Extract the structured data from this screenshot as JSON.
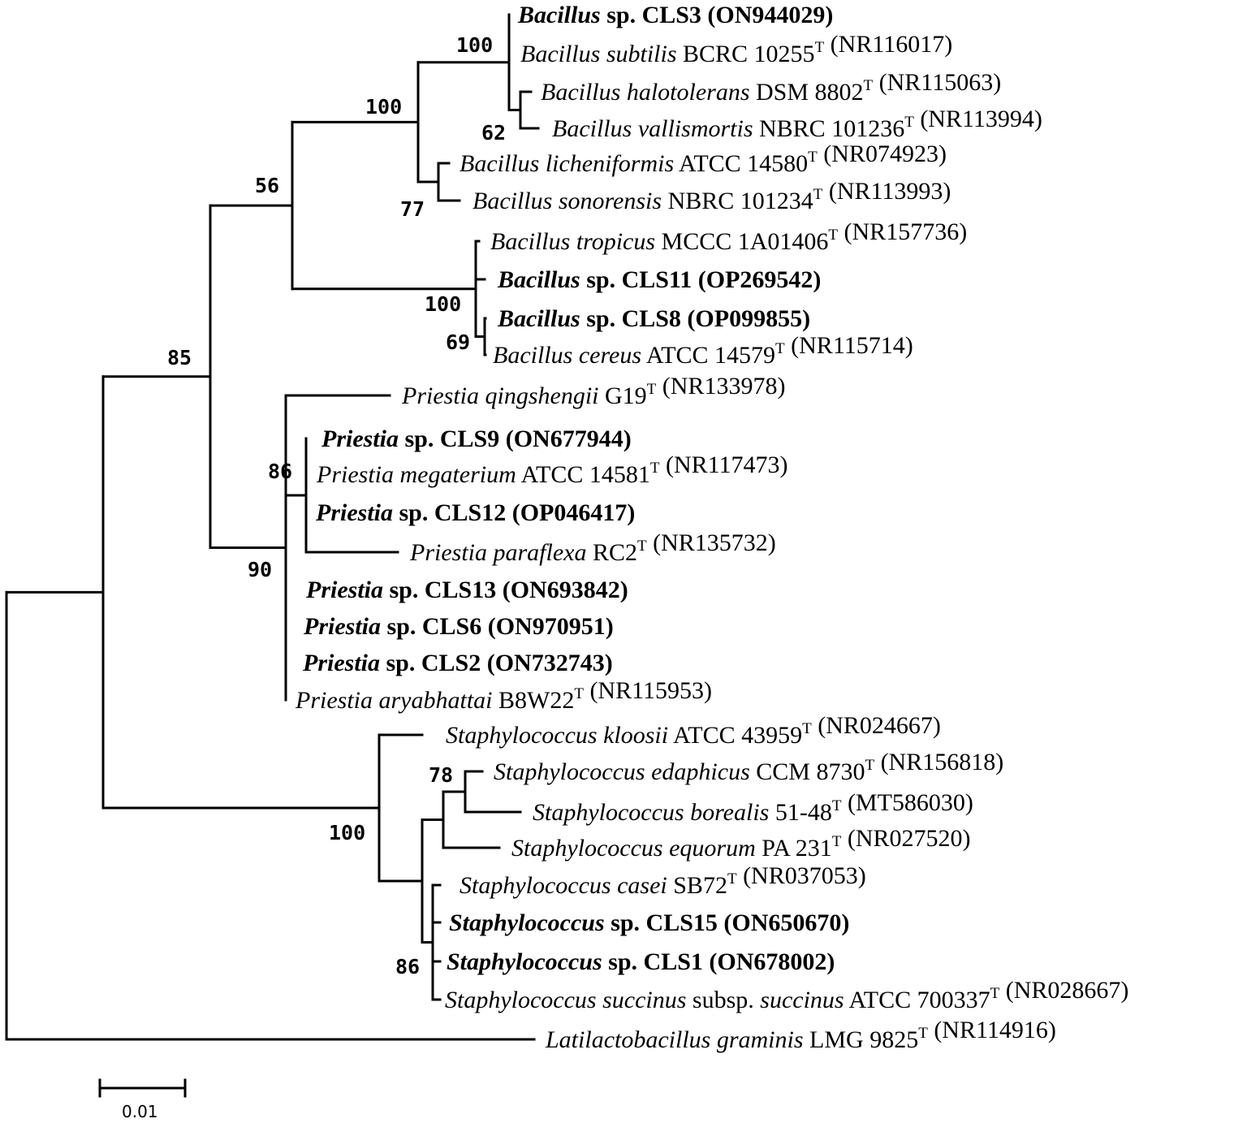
{
  "tree": {
    "taxa": [
      {
        "id": "cls3",
        "bold": true,
        "parts": [
          {
            "t": "Bacillus",
            "i": true
          },
          {
            "t": " sp. CLS3 (ON944029)"
          }
        ]
      },
      {
        "id": "bsub",
        "parts": [
          {
            "t": "Bacillus subtilis",
            "i": true
          },
          {
            "t": " BCRC 10255"
          },
          {
            "t": "T",
            "sup": true
          },
          {
            "t": " (NR116017)"
          }
        ]
      },
      {
        "id": "bhal",
        "parts": [
          {
            "t": "Bacillus halotolerans",
            "i": true
          },
          {
            "t": " DSM 8802"
          },
          {
            "t": "T",
            "sup": true
          },
          {
            "t": " (NR115063)"
          }
        ]
      },
      {
        "id": "bval",
        "parts": [
          {
            "t": "Bacillus vallismortis",
            "i": true
          },
          {
            "t": " NBRC 101236"
          },
          {
            "t": "T",
            "sup": true
          },
          {
            "t": " (NR113994)"
          }
        ]
      },
      {
        "id": "blic",
        "parts": [
          {
            "t": "Bacillus licheniformis",
            "i": true
          },
          {
            "t": " ATCC 14580"
          },
          {
            "t": "T",
            "sup": true
          },
          {
            "t": " (NR074923)"
          }
        ]
      },
      {
        "id": "bson",
        "parts": [
          {
            "t": "Bacillus sonorensis",
            "i": true
          },
          {
            "t": " NBRC 101234"
          },
          {
            "t": "T",
            "sup": true
          },
          {
            "t": " (NR113993)"
          }
        ]
      },
      {
        "id": "btro",
        "parts": [
          {
            "t": "Bacillus tropicus",
            "i": true
          },
          {
            "t": " MCCC 1A01406"
          },
          {
            "t": "T",
            "sup": true
          },
          {
            "t": " (NR157736)"
          }
        ]
      },
      {
        "id": "cls11",
        "bold": true,
        "parts": [
          {
            "t": "Bacillus",
            "i": true
          },
          {
            "t": " sp. CLS11 (OP269542)"
          }
        ]
      },
      {
        "id": "cls8",
        "bold": true,
        "parts": [
          {
            "t": "Bacillus",
            "i": true
          },
          {
            "t": " sp. CLS8 (OP099855)"
          }
        ]
      },
      {
        "id": "bcer",
        "parts": [
          {
            "t": "Bacillus cereus",
            "i": true
          },
          {
            "t": " ATCC 14579"
          },
          {
            "t": "T",
            "sup": true
          },
          {
            "t": " (NR115714)"
          }
        ]
      },
      {
        "id": "pqin",
        "parts": [
          {
            "t": "Priestia qingshengii",
            "i": true
          },
          {
            "t": " G19"
          },
          {
            "t": "T",
            "sup": true
          },
          {
            "t": " (NR133978)"
          }
        ]
      },
      {
        "id": "cls9",
        "bold": true,
        "parts": [
          {
            "t": "Priestia",
            "i": true
          },
          {
            "t": " sp. CLS9 (ON677944)"
          }
        ]
      },
      {
        "id": "pmeg",
        "parts": [
          {
            "t": "Priestia megaterium",
            "i": true
          },
          {
            "t": " ATCC 14581"
          },
          {
            "t": "T",
            "sup": true
          },
          {
            "t": " (NR117473)"
          }
        ]
      },
      {
        "id": "cls12",
        "bold": true,
        "parts": [
          {
            "t": "Priestia",
            "i": true
          },
          {
            "t": " sp. CLS12 (OP046417)"
          }
        ]
      },
      {
        "id": "ppar",
        "parts": [
          {
            "t": "Priestia paraflexa",
            "i": true
          },
          {
            "t": " RC2"
          },
          {
            "t": "T",
            "sup": true
          },
          {
            "t": " (NR135732)"
          }
        ]
      },
      {
        "id": "cls13",
        "bold": true,
        "parts": [
          {
            "t": "Priestia",
            "i": true
          },
          {
            "t": " sp. CLS13 (ON693842)"
          }
        ]
      },
      {
        "id": "cls6",
        "bold": true,
        "parts": [
          {
            "t": "Priestia",
            "i": true
          },
          {
            "t": " sp. CLS6 (ON970951)"
          }
        ]
      },
      {
        "id": "cls2",
        "bold": true,
        "parts": [
          {
            "t": "Priestia",
            "i": true
          },
          {
            "t": " sp. CLS2 (ON732743)"
          }
        ]
      },
      {
        "id": "parya",
        "parts": [
          {
            "t": "Priestia aryabhattai",
            "i": true
          },
          {
            "t": " B8W22"
          },
          {
            "t": "T",
            "sup": true
          },
          {
            "t": " (NR115953)"
          }
        ]
      },
      {
        "id": "sklo",
        "parts": [
          {
            "t": "Staphylococcus kloosii",
            "i": true
          },
          {
            "t": " ATCC 43959"
          },
          {
            "t": "T",
            "sup": true
          },
          {
            "t": " (NR024667)"
          }
        ]
      },
      {
        "id": "seda",
        "parts": [
          {
            "t": "Staphylococcus edaphicus",
            "i": true
          },
          {
            "t": " CCM 8730"
          },
          {
            "t": "T",
            "sup": true
          },
          {
            "t": " (NR156818)"
          }
        ]
      },
      {
        "id": "sbor",
        "parts": [
          {
            "t": "Staphylococcus borealis",
            "i": true
          },
          {
            "t": " 51-48"
          },
          {
            "t": "T",
            "sup": true
          },
          {
            "t": " (MT586030)"
          }
        ]
      },
      {
        "id": "sequ",
        "parts": [
          {
            "t": "Staphylococcus equorum",
            "i": true
          },
          {
            "t": " PA 231"
          },
          {
            "t": "T",
            "sup": true
          },
          {
            "t": " (NR027520)"
          }
        ]
      },
      {
        "id": "scas",
        "parts": [
          {
            "t": "Staphylococcus casei",
            "i": true
          },
          {
            "t": " SB72"
          },
          {
            "t": "T",
            "sup": true
          },
          {
            "t": " (NR037053)"
          }
        ]
      },
      {
        "id": "cls15",
        "bold": true,
        "parts": [
          {
            "t": "Staphylococcus",
            "i": true
          },
          {
            "t": " sp. CLS15 (ON650670)"
          }
        ]
      },
      {
        "id": "cls1",
        "bold": true,
        "parts": [
          {
            "t": "Staphylococcus",
            "i": true
          },
          {
            "t": " sp. CLS1 (ON678002)"
          }
        ]
      },
      {
        "id": "ssuc",
        "parts": [
          {
            "t": "Staphylococcus succinus",
            "i": true
          },
          {
            "t": " subsp. "
          },
          {
            "t": "succinus",
            "i": true
          },
          {
            "t": " ATCC 700337"
          },
          {
            "t": "T",
            "sup": true
          },
          {
            "t": " (NR028667)"
          }
        ]
      },
      {
        "id": "lgra",
        "parts": [
          {
            "t": "Latilactobacillus graminis",
            "i": true
          },
          {
            "t": " LMG 9825"
          },
          {
            "t": "T",
            "sup": true
          },
          {
            "t": " (NR114916)"
          }
        ]
      }
    ],
    "bootstrap": [
      {
        "node": "n_cls3_sub",
        "value": "100"
      },
      {
        "node": "n_bsub_group",
        "value": "100"
      },
      {
        "node": "n_bhal_bval",
        "value": "62"
      },
      {
        "node": "n_blic_bson",
        "value": "77"
      },
      {
        "node": "n_bacillus",
        "value": "56"
      },
      {
        "node": "n_cereus",
        "value": "100"
      },
      {
        "node": "n_cls8_bcer",
        "value": "69"
      },
      {
        "node": "n_bac_pri",
        "value": "85"
      },
      {
        "node": "n_priestia_in",
        "value": "86"
      },
      {
        "node": "n_priestia",
        "value": "90"
      },
      {
        "node": "n_staph",
        "value": "100"
      },
      {
        "node": "n_seda_sbor",
        "value": "78"
      },
      {
        "node": "n_staph_in",
        "value": "86"
      }
    ],
    "scale_bar": {
      "label": "0.01"
    }
  }
}
